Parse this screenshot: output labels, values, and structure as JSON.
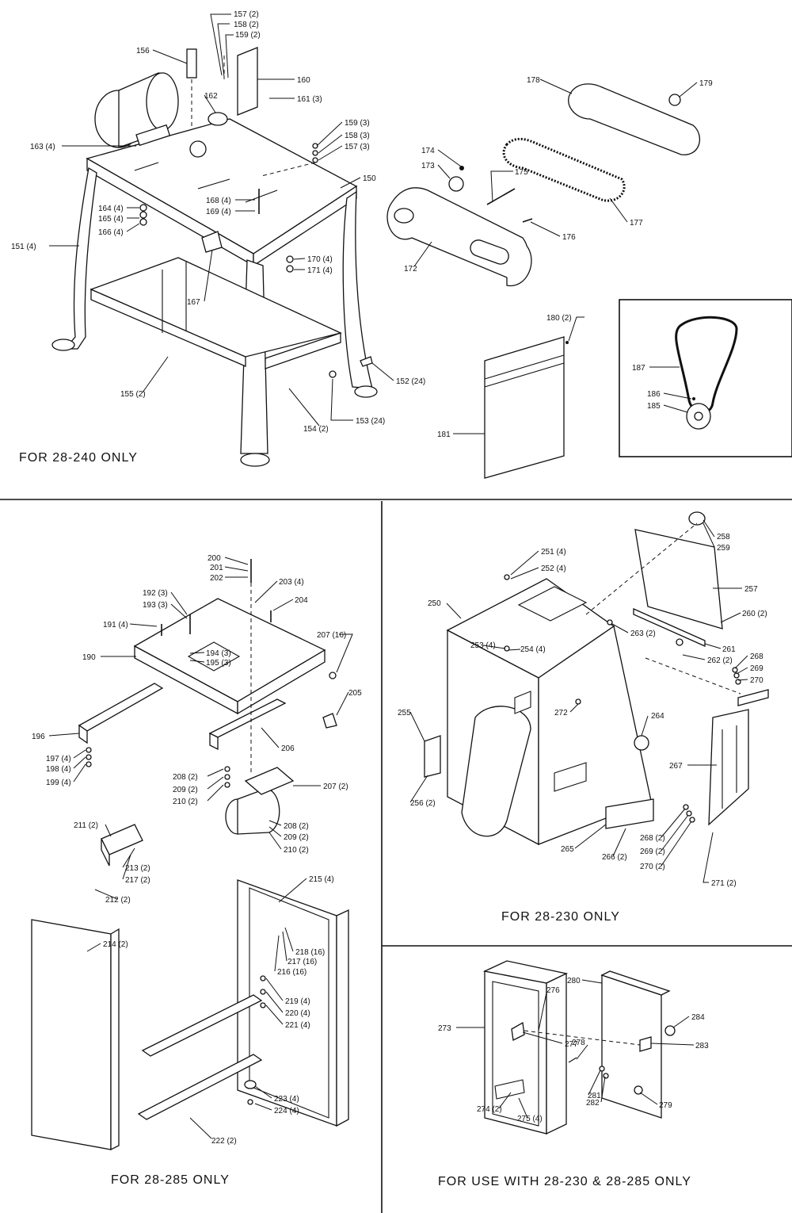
{
  "captions": {
    "top": "FOR 28-240 ONLY",
    "middle_right": "FOR 28-230 ONLY",
    "bottom_left": "FOR 28-285 ONLY",
    "bottom_right": "FOR USE WITH 28-230 & 28-285 ONLY"
  },
  "parts": [
    "157 (2)",
    "158 (2)",
    "159 (2)",
    "156",
    "160",
    "162",
    "161 (3)",
    "163 (4)",
    "159 (3)",
    "158 (3)",
    "157 (3)",
    "150",
    "168 (4)",
    "169 (4)",
    "164 (4)",
    "165 (4)",
    "166 (4)",
    "151 (4)",
    "170 (4)",
    "171 (4)",
    "167",
    "155 (2)",
    "152 (24)",
    "153 (24)",
    "154 (2)",
    "178",
    "179",
    "174",
    "173",
    "175",
    "177",
    "176",
    "172",
    "180 (2)",
    "181",
    "187",
    "186",
    "185",
    "200",
    "201",
    "202",
    "192 (3)",
    "193 (3)",
    "203 (4)",
    "204",
    "191 (4)",
    "207 (16)",
    "190",
    "194 (3)",
    "195 (3)",
    "205",
    "196",
    "206",
    "197 (4)",
    "198 (4)",
    "199 (4)",
    "208 (2)",
    "209 (2)",
    "210 (2)",
    "207 (2)",
    "208 (2)",
    "209 (2)",
    "210 (2)",
    "211 (2)",
    "213 (2)",
    "217 (2)",
    "212 (2)",
    "215 (4)",
    "214 (2)",
    "218 (16)",
    "217 (16)",
    "216 (16)",
    "219 (4)",
    "220 (4)",
    "221 (4)",
    "223 (4)",
    "224 (4)",
    "222 (2)",
    "258",
    "259",
    "251 (4)",
    "252 (4)",
    "257",
    "250",
    "260 (2)",
    "263 (2)",
    "253 (4)",
    "254 (4)",
    "261",
    "262 (2)",
    "268",
    "269",
    "270",
    "264",
    "272",
    "255",
    "267",
    "256 (2)",
    "268 (2)",
    "269 (2)",
    "270 (2)",
    "265",
    "266 (2)",
    "271 (2)",
    "276",
    "280",
    "284",
    "273",
    "277",
    "278",
    "283",
    "281",
    "282",
    "274 (2)",
    "275 (4)",
    "279"
  ]
}
